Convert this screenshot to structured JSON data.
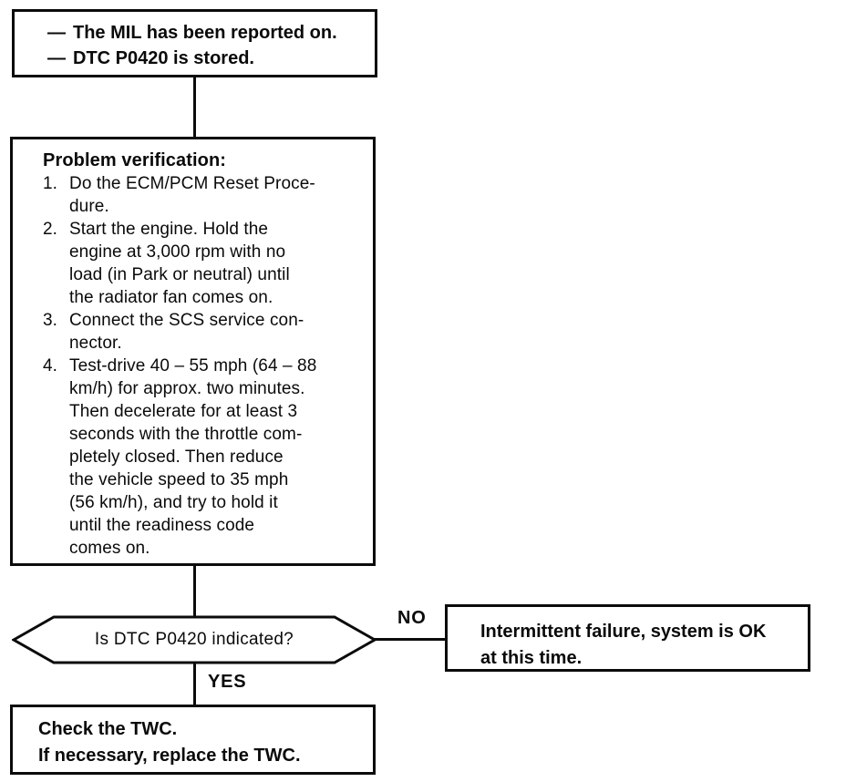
{
  "page": {
    "background_color": "#ffffff",
    "ink_color": "#0b0b0b"
  },
  "flowchart": {
    "start_box": {
      "dash1": "—",
      "line1": "The MIL has been reported on.",
      "dash2": "—",
      "line2": "DTC P0420 is stored."
    },
    "verification_box": {
      "heading": "Problem verification:",
      "steps": [
        {
          "num": "1.",
          "text": "Do the ECM/PCM Reset Proce-\ndure."
        },
        {
          "num": "2.",
          "text": "Start the engine. Hold the\nengine at 3,000 rpm with no\nload (in Park or neutral) until\nthe radiator fan comes on."
        },
        {
          "num": "3.",
          "text": "Connect the SCS service con-\nnector."
        },
        {
          "num": "4.",
          "text": "Test-drive 40 – 55 mph (64 – 88\nkm/h) for approx. two minutes.\nThen decelerate for at least 3\nseconds with the throttle com-\npletely closed. Then reduce\nthe vehicle speed to 35 mph\n(56 km/h), and try to hold it\nuntil the readiness code\ncomes on."
        }
      ]
    },
    "decision": {
      "question": "Is DTC P0420 indicated?",
      "no_label": "NO",
      "yes_label": "YES"
    },
    "no_box": {
      "text": "Intermittent failure, system is OK\nat this time."
    },
    "yes_box": {
      "line1": "Check the TWC.",
      "line2": "If necessary, replace the TWC."
    }
  }
}
